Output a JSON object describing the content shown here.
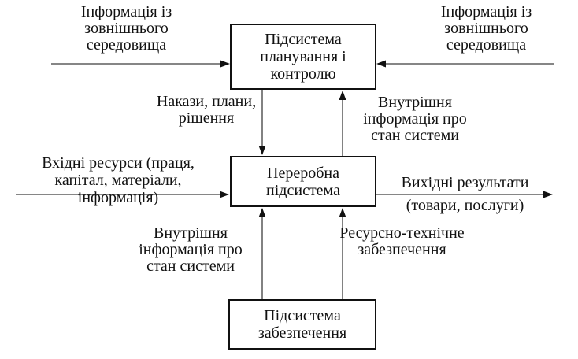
{
  "diagram": {
    "boxes": {
      "planning": "Підсистема\nпланування і\nконтролю",
      "processing": "Переробна\nпідсистема",
      "support": "Підсистема\nзабезпечення"
    },
    "labels": {
      "info_left": "Інформація із\nзовнішнього\nсередовища",
      "info_right": "Інформація із\nзовнішнього\nсередовища",
      "orders": "Накази, плани,\nрішення",
      "internal_info_top": "Внутрішня\nінформація про\nстан системи",
      "input_resources": "Вхідні ресурси (праця,\nкапітал, матеріали,\nінформація)",
      "output_results": "Вихідні результати\n(товари, послуги)",
      "internal_info_bottom": "Внутрішня\nінформація про\nстан системи",
      "resource_supply": "Ресурсно-технічне\nзабезпечення"
    },
    "colors": {
      "background": "#ffffff",
      "text": "#111111",
      "box_border": "#111111",
      "line": "#3f3f3f",
      "arrowhead": "#111111"
    }
  }
}
